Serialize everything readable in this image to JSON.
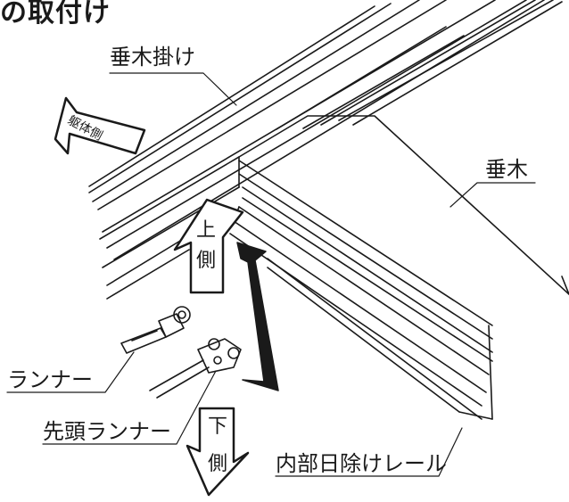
{
  "title": "の取付け",
  "labels": {
    "taruki_kake": "垂木掛け",
    "taruki": "垂木",
    "runner": "ランナー",
    "sento_runner": "先頭ランナー",
    "inner_rail": "内部日除けレール",
    "kutai_side": "躯体側"
  },
  "arrows": {
    "up": {
      "line1": "上",
      "line2": "側"
    },
    "down": {
      "line1": "下",
      "line2": "側"
    }
  },
  "colors": {
    "line": "#1a1a1a",
    "background": "#ffffff"
  }
}
